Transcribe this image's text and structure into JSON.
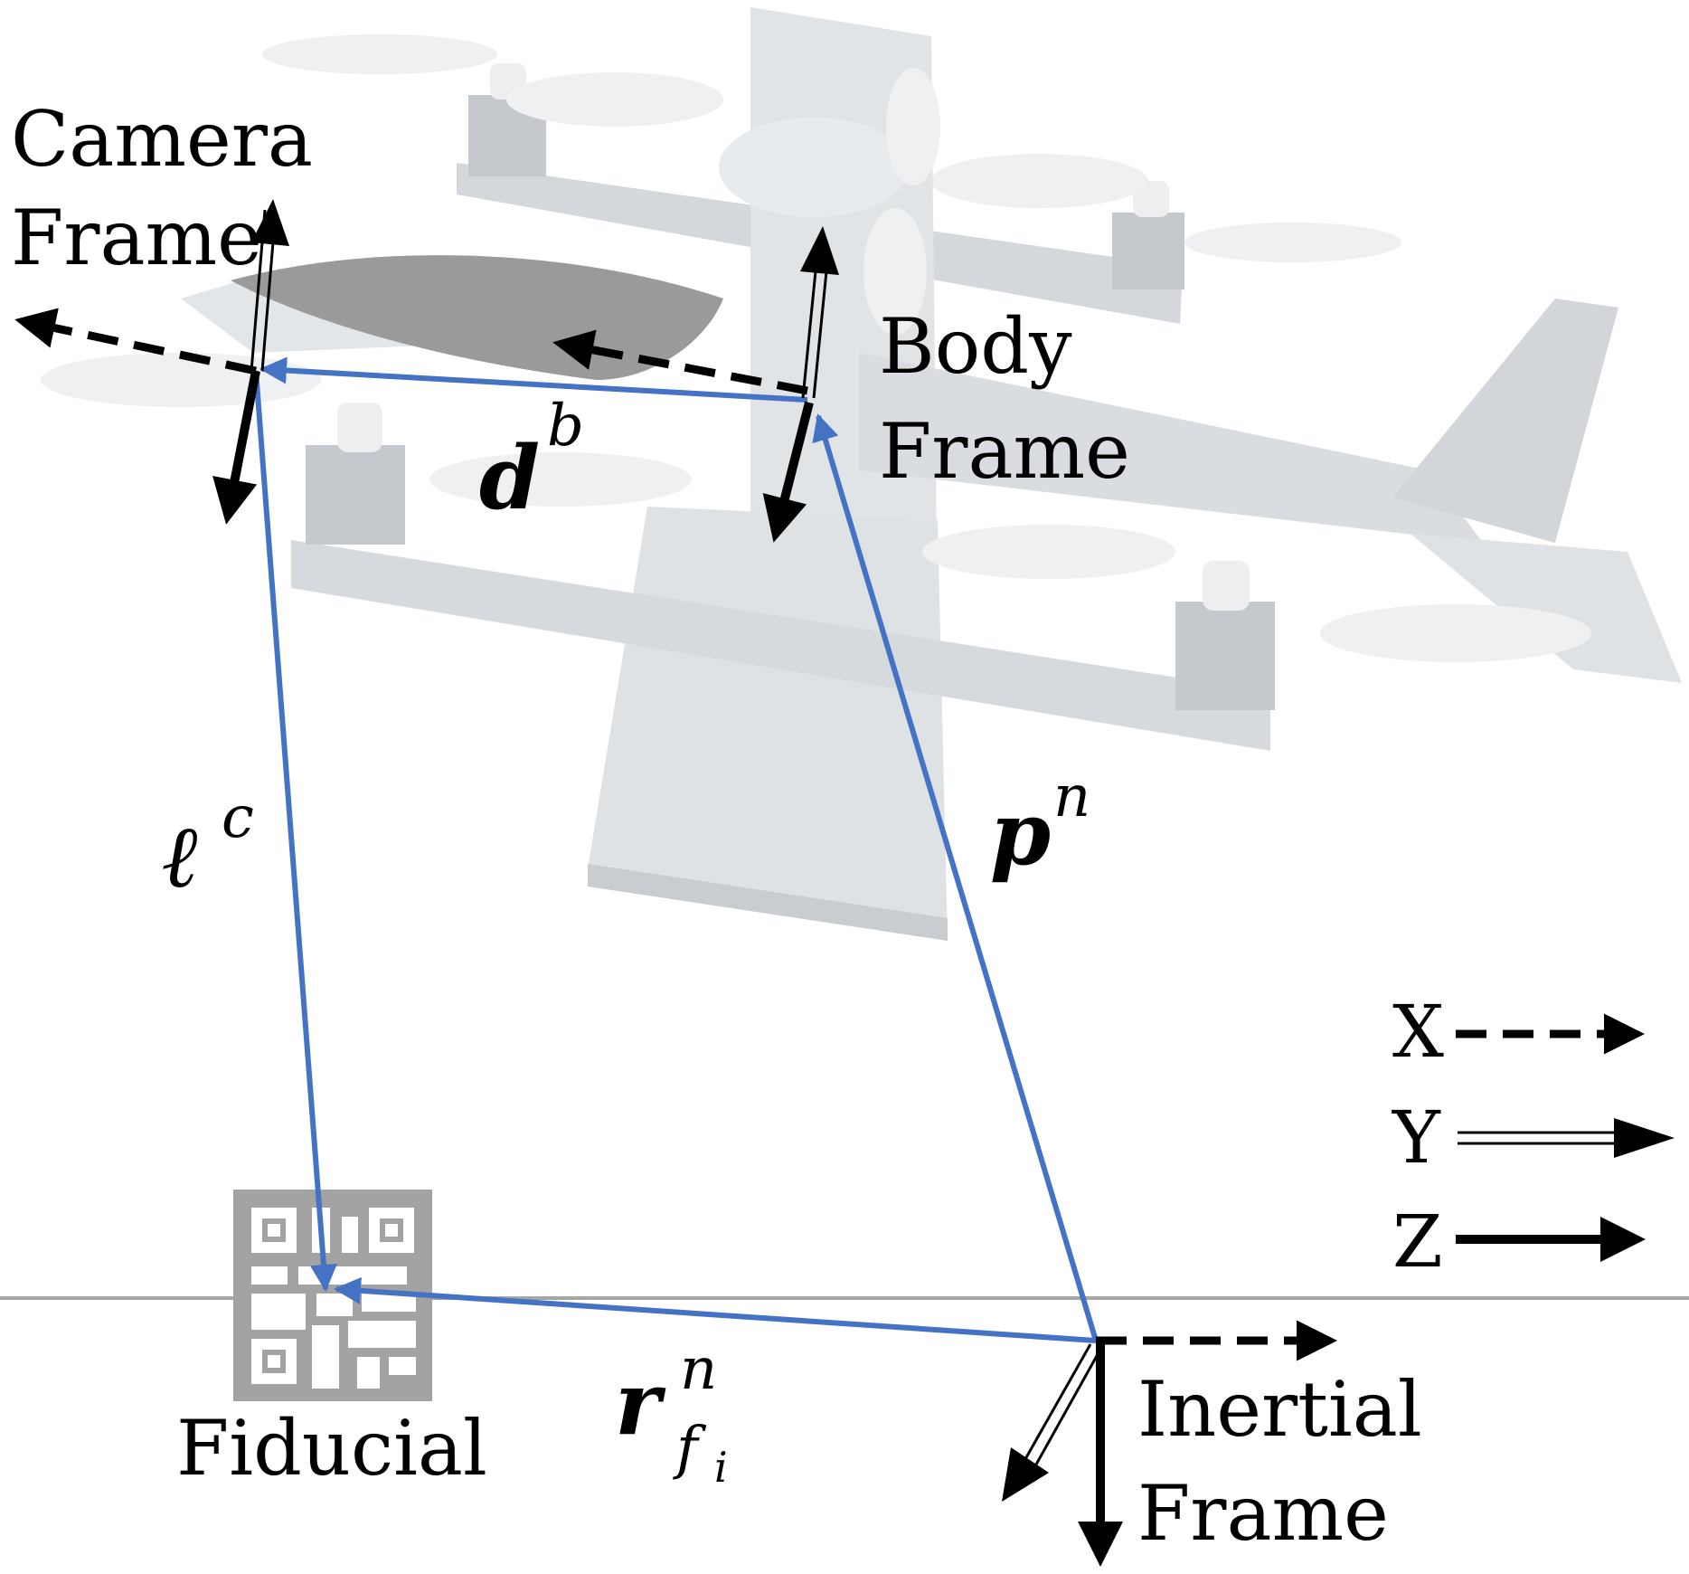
{
  "labels": {
    "camera_frame_line1": "Camera",
    "camera_frame_line2": "Frame",
    "body_frame_line1": "Body",
    "body_frame_line2": "Frame",
    "inertial_frame_line1": "Inertial",
    "inertial_frame_line2": "Frame",
    "fiducial": "Fiducial"
  },
  "vectors": {
    "d_symbol": "d",
    "d_superscript": "b",
    "l_symbol": "ℓ",
    "l_superscript": "c",
    "p_symbol": "p",
    "p_superscript": "n",
    "r_symbol": "r",
    "r_superscript": "n",
    "r_subscript": "f",
    "r_subsubscript": "i"
  },
  "legend": {
    "x_label": "X",
    "y_label": "Y",
    "z_label": "Z"
  },
  "colors": {
    "vector_blue": "#4472C4",
    "axis_black": "#000000",
    "ground_gray": "#a6a6a6",
    "aircraft_light": "#dfe2e6",
    "aircraft_dark": "#9a9a9a"
  }
}
